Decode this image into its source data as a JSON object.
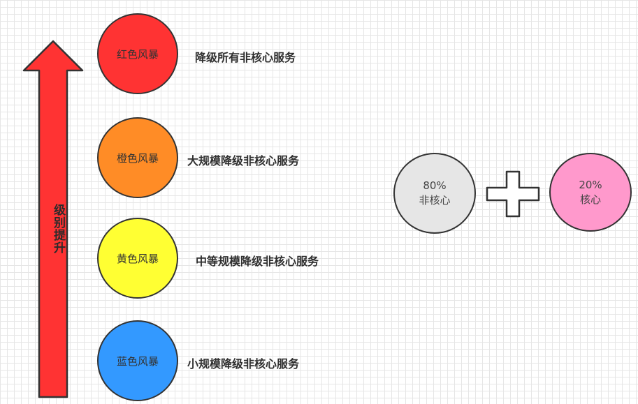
{
  "arrow": {
    "label": "级别提升",
    "color": "#ff3333"
  },
  "levels": [
    {
      "name": "红色风暴",
      "description": "降级所有非核心服务",
      "color": "#ff3333"
    },
    {
      "name": "橙色风暴",
      "description": "大规模降级非核心服务",
      "color": "#ff8c26"
    },
    {
      "name": "黄色风暴",
      "description": "中等规模降级非核心服务",
      "color": "#ffff33"
    },
    {
      "name": "蓝色风暴",
      "description": "小规模降级非核心服务",
      "color": "#3399ff"
    }
  ],
  "composition": {
    "non_core": {
      "percent": "80%",
      "label": "非核心",
      "color": "#e6e6e6"
    },
    "core": {
      "percent": "20%",
      "label": "核心",
      "color": "#ff99cc"
    }
  }
}
